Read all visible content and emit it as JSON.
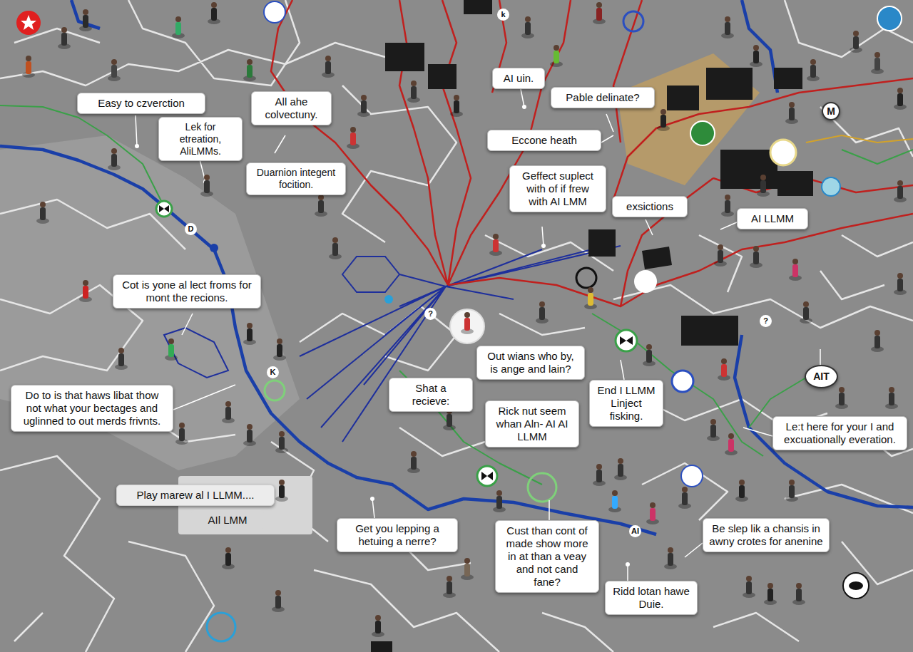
{
  "diagram": {
    "nodes": [
      {
        "text": [
          "AI uin."
        ]
      },
      {
        "text": [
          "Pable delinate?"
        ]
      },
      {
        "text": [
          "All ahe colvectuny."
        ]
      },
      {
        "text": [
          "Easy to czverction"
        ]
      },
      {
        "text": [
          "M"
        ]
      },
      {
        "text": [
          "Lek for etreation, AliLMMs."
        ]
      },
      {
        "text": [
          "Eccone heath"
        ]
      },
      {
        "text": [
          "Duarnion integent focition."
        ]
      },
      {
        "text": [
          "Geffect suplect with of if frew with AI LMM"
        ]
      },
      {
        "text": [
          "exsictions"
        ]
      },
      {
        "text": [
          "AI LLMM"
        ]
      },
      {
        "text": [
          "Cot is yone al lect froms for mont the recions."
        ]
      },
      {
        "text": [
          "Out wians who by, is ange and lain?"
        ]
      },
      {
        "text": [
          "AIT"
        ]
      },
      {
        "text": [
          "Shat a recieve:"
        ]
      },
      {
        "text": [
          "End I LLMM Linject fisking."
        ]
      },
      {
        "text": [
          "Do to is that haws libat thow not what your bectages and uglinned to out merds frivnts."
        ]
      },
      {
        "text": [
          "Rick nut seem whan Aln- AI AI LLMM"
        ]
      },
      {
        "text": [
          "Le:t here for your I and excuationally everation."
        ]
      },
      {
        "text": [
          "Play marew al I LLMM...."
        ]
      },
      {
        "text": [
          "AIl LMM"
        ]
      },
      {
        "text": [
          "Be slep lik a chansis in awny crotes for anenine"
        ]
      },
      {
        "text": [
          "Get you lepping a hetuing a nerre?"
        ]
      },
      {
        "text": [
          "Cust than cont of made show more in at than a veay and not cand fane?"
        ]
      },
      {
        "text": [
          "Ridd lotan hawe Duie."
        ]
      }
    ],
    "labels": [
      "k",
      "D",
      "K",
      "?",
      "?",
      "AI"
    ]
  }
}
